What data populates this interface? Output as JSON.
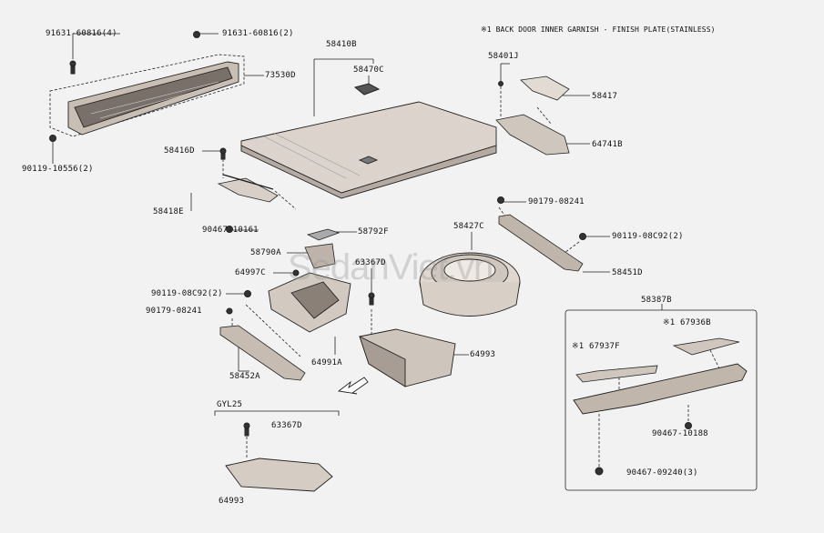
{
  "note": "※1 BACK DOOR INNER GARNISH - FINISH PLATE(STAINLESS)",
  "watermark": "SedanViet.vn",
  "box_title": "GYL25",
  "group_label": "58387B",
  "parts": {
    "p91631a": "91631-60816(4)",
    "p91631b": "91631-60816(2)",
    "p73530d": "73530D",
    "p90119a": "90119-10556(2)",
    "p58410b": "58410B",
    "p58470c": "58470C",
    "p58401j": "58401J",
    "p58417": "58417",
    "p64741b": "64741B",
    "p58416d": "58416D",
    "p58418e": "58418E",
    "p90467a": "90467-10161",
    "p58792f": "58792F",
    "p58790a": "58790A",
    "p64997c": "64997C",
    "p63367d_a": "63367D",
    "p90119b": "90119-08C92(2)",
    "p90179a": "90179-08241",
    "p58452a": "58452A",
    "p64991a": "64991A",
    "p64993a": "64993",
    "p58427c": "58427C",
    "p90179b": "90179-08241",
    "p90119c": "90119-08C92(2)",
    "p58451d": "58451D",
    "p67936b": "※1 67936B",
    "p67937f": "※1 67937F",
    "p90467b": "90467-10188",
    "p90467c": "90467-09240(3)",
    "p63367d_b": "63367D",
    "p64993b": "64993"
  },
  "colors": {
    "background": "#f2f2f2",
    "line": "#222222",
    "part_fill": "#d6cfc8",
    "part_dark": "#6a6460"
  },
  "icons": [
    "bolt-icon",
    "clip-icon",
    "arrow-icon"
  ]
}
